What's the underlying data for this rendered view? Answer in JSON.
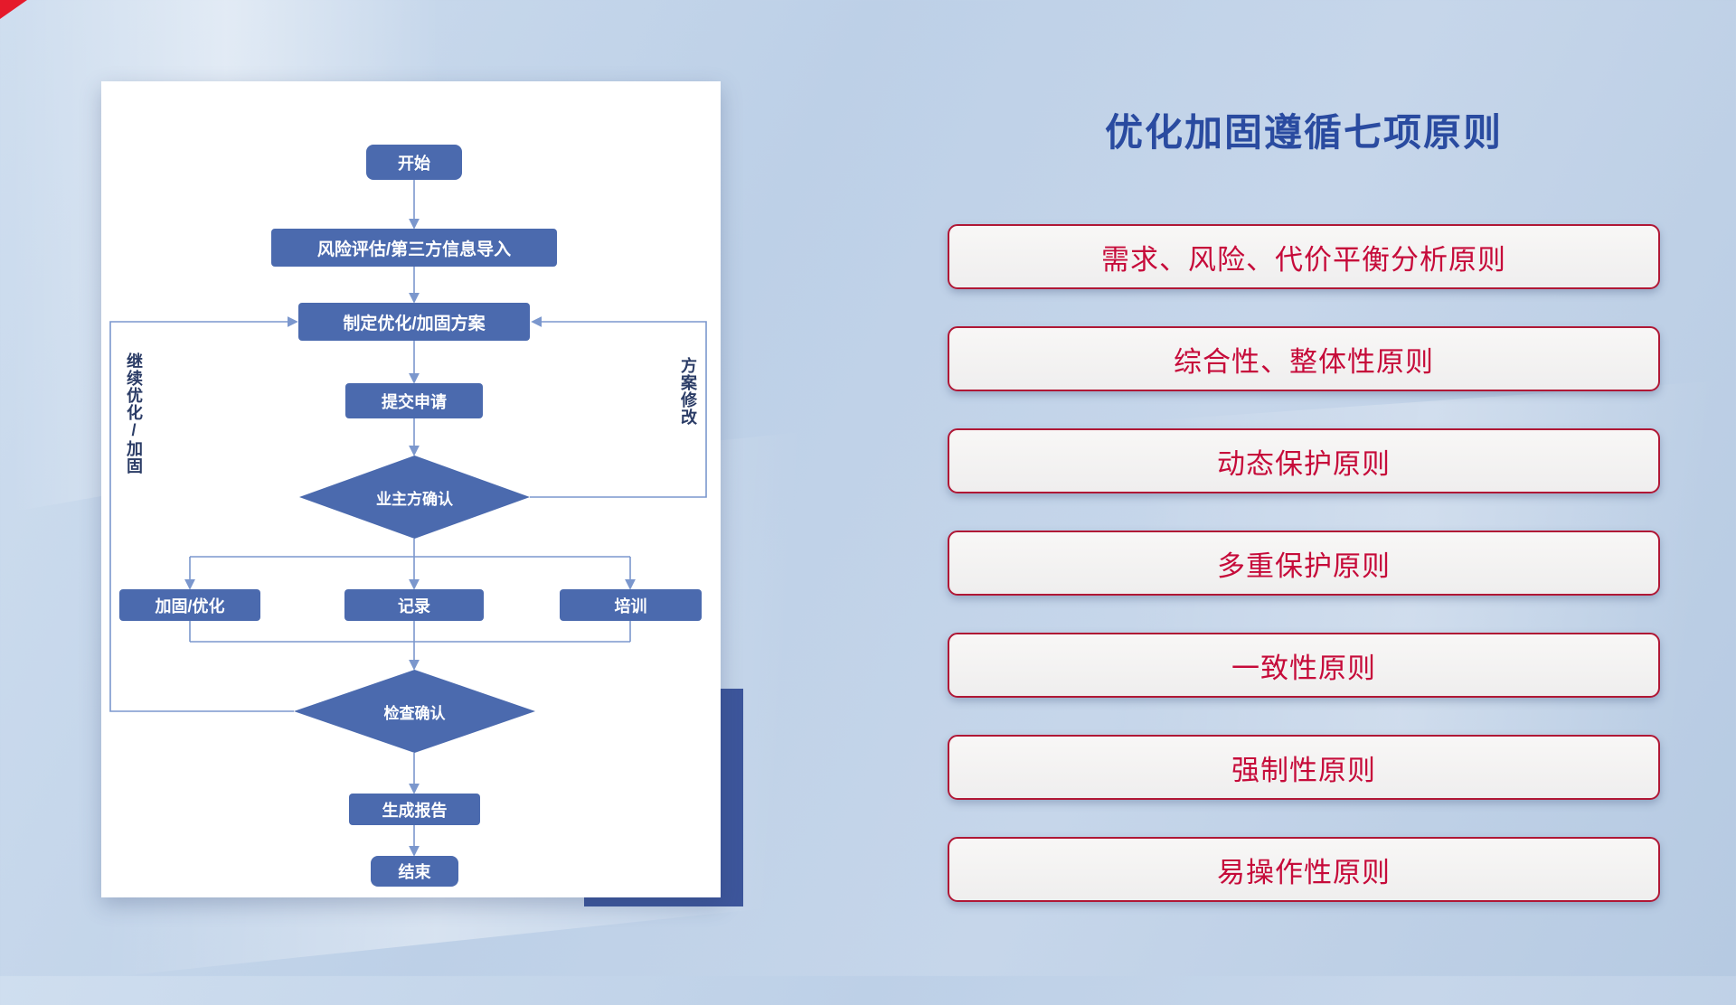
{
  "decor": {
    "corner_accent_color": "#e51a2b"
  },
  "colors": {
    "background_light": "#cfdeef",
    "background_dark": "#b6cae2",
    "flow_node_fill": "#4b6aae",
    "flow_connector": "#7b97cd",
    "card_backdrop": "#3d569b",
    "title_blue": "#2a4ba0",
    "principle_border": "#b01735",
    "principle_text": "#c60b3a",
    "principle_bg": "#f2f1f0"
  },
  "flowchart": {
    "nodes": {
      "start": "开始",
      "risk_import": "风险评估/第三方信息导入",
      "make_plan": "制定优化/加固方案",
      "submit": "提交申请",
      "owner_confirm": "业主方确认",
      "reinforce": "加固/优化",
      "record": "记录",
      "training": "培训",
      "check_confirm": "检查确认",
      "report": "生成报告",
      "end": "结束"
    },
    "edge_labels": {
      "continue_optimize": "继续优化/加固",
      "plan_revision": "方案修改"
    }
  },
  "principles": {
    "title": "优化加固遵循七项原则",
    "items": [
      "需求、风险、代价平衡分析原则",
      "综合性、整体性原则",
      "动态保护原则",
      "多重保护原则",
      "一致性原则",
      "强制性原则",
      "易操作性原则"
    ]
  }
}
